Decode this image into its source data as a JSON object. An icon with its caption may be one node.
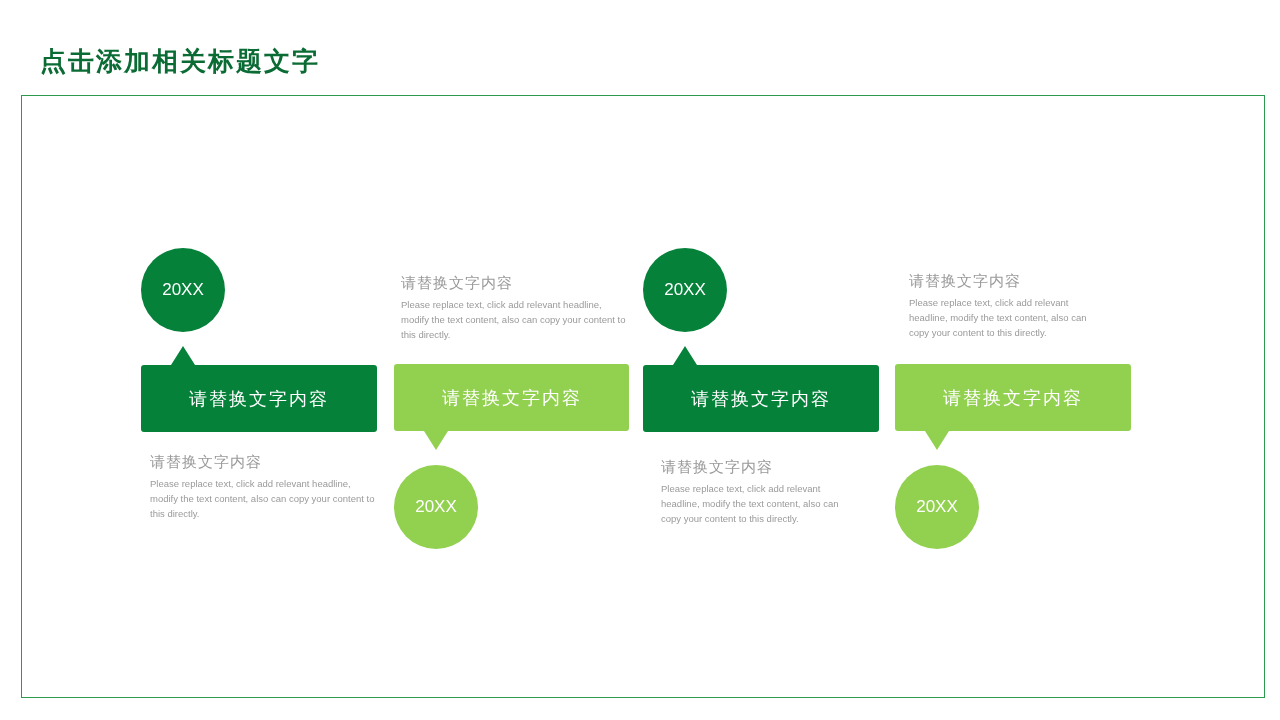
{
  "diagram": {
    "title": "点击添加相关标题文字",
    "nodes": [
      {
        "text": [
          "20XX"
        ]
      },
      {
        "text": [
          "请替换文字内容"
        ],
        "beside": [
          "请替换文字内容",
          "Please replace text, click add relevant headline, modify the text content, also can copy your content to this directly."
        ]
      },
      {
        "text": [
          "请替换文字内容"
        ],
        "beside": [
          "请替换文字内容",
          "Please replace text, click add relevant headline, modify the text content, also can copy your content to this directly."
        ]
      },
      {
        "text": [
          "20XX"
        ]
      },
      {
        "text": [
          "20XX"
        ]
      },
      {
        "text": [
          "请替换文字内容"
        ],
        "beside": [
          "请替换文字内容",
          "Please replace text, click add relevant headline, modify the text content, also can copy your content to this directly."
        ]
      },
      {
        "text": [
          "请替换文字内容"
        ],
        "beside": [
          "请替换文字内容",
          "Please replace text, click add relevant headline, modify the text content, also can copy your content to this directly."
        ]
      },
      {
        "text": [
          "20XX"
        ]
      }
    ],
    "edges": []
  }
}
